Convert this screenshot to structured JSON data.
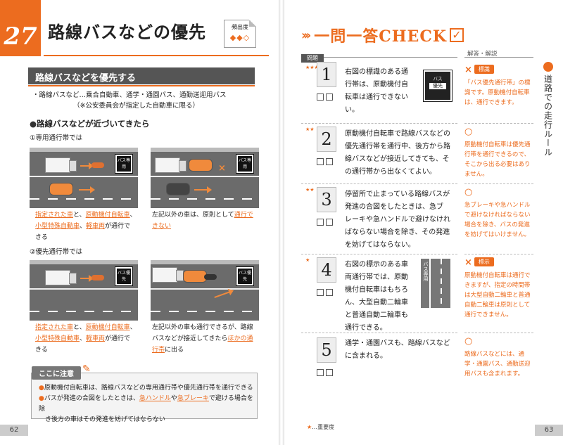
{
  "left": {
    "chapter_number": "27",
    "chapter_title": "路線バスなどの優先",
    "frequency_label": "頻出度",
    "frequency_marks": "◆◆◇",
    "section_title": "路線バスなどを優先する",
    "definition_line1": "・路線バスなど…乗合自動車、通学・通園バス、通勤送迎用バス",
    "definition_line2": "（※公安委員会が指定した自動車に限る）",
    "bullet_heading": "路線バスなどが近づいてきたら",
    "sub1": "①専用通行帯では",
    "sub2": "②優先通行帯では",
    "sign_text": "バス専用",
    "sign_text2": "バス優先",
    "cap1": {
      "u1": "指定された車",
      "t1": "と、",
      "u2": "原動機付自転車",
      "t2": "、",
      "u3": "小型特殊自動車",
      "t3": "、",
      "u4": "軽車両",
      "t4": "が通行で",
      "t5": "きる"
    },
    "cap2": {
      "t1": "左記以外の車は、原則として",
      "u1": "通行で",
      "u2": "きない"
    },
    "cap3": {
      "u1": "指定された車",
      "t1": "と、",
      "u2": "原動機付自転車",
      "t2": "、",
      "u3": "小型特殊自動車",
      "t3": "、",
      "u4": "軽車両",
      "t4": "が通行で",
      "t5": "きる"
    },
    "cap4": {
      "t1": "左記以外の車も通行できるが、路線",
      "t2": "バスなどが接近してきたら",
      "u1": "ほかの通",
      "u2": "行帯",
      "t3": "に出る"
    },
    "caution_title": "ここに注意",
    "caution_items": [
      {
        "t1": "原動機付自転車は、路線バスなどの専用通行帯や優先通行帯を通行できる"
      },
      {
        "t1": "バスが発進の合図をしたときは、",
        "u1": "急ハンドル",
        "t2": "や",
        "u2": "急ブレーキ",
        "t3": "で避ける場合を除",
        "t4": "き後方の車はその発進を妨げてはならない"
      }
    ],
    "page_number": "62"
  },
  "right": {
    "check_title": "一問一答CHECK",
    "check_mark": "✓",
    "question_header": "問題",
    "answer_header": "解答・解説",
    "side_tab": "道路での走行ルール",
    "questions": [
      {
        "num": "1",
        "stars": "★★★",
        "lines": [
          "右図の標識のある通",
          "行帯は、原動機付自",
          "転車は通行できない",
          "い。"
        ]
      },
      {
        "num": "2",
        "stars": "★★",
        "lines": [
          "原動機付自転車で路線バスなどの",
          "優先通行帯を通行中、後方から路",
          "線バスなどが接近してきても、そ",
          "の通行帯から出なくてよい。"
        ]
      },
      {
        "num": "3",
        "stars": "★★",
        "lines": [
          "停留所で止まっている路線バスが",
          "発進の合図をしたときは、急ブ",
          "レーキや急ハンドルで避けなけれ",
          "ばならない場合を除き、その発進",
          "を妨げてはならない。"
        ]
      },
      {
        "num": "4",
        "stars": "★",
        "lines": [
          "右図の標示のある車",
          "両通行帯では、原動",
          "機付自転車はもちろ",
          "ん、大型自動二輪車",
          "と普通自動二輪車も",
          "通行できる。"
        ]
      },
      {
        "num": "5",
        "stars": "",
        "lines": [
          "通学・通園バスも、路線バスなど",
          "に含まれる。"
        ]
      }
    ],
    "q1_sign": {
      "top": "バス",
      "inner": "優先"
    },
    "q4_lane_label": "バス専用",
    "answers": [
      {
        "mark": "×",
        "tag": "標識",
        "lines": [
          "「バス優先通行帯」の標",
          "識です。原動機付自転車",
          "は、通行できます。"
        ]
      },
      {
        "mark": "○",
        "tag": "",
        "lines": [
          "原動機付自転車は優先通",
          "行帯を通行できるので、",
          "そこから出る必要はあり",
          "ません。"
        ]
      },
      {
        "mark": "○",
        "tag": "",
        "lines": [
          "急ブレーキや急ハンドル",
          "で避けなければならない",
          "場合を除き、バスの発進",
          "を妨げてはいけません。"
        ]
      },
      {
        "mark": "×",
        "tag": "標示",
        "lines": [
          "原動機付自転車は通行で",
          "きますが、指定の時間帯",
          "は大型自動二輪車と普通",
          "自動二輪車は原則として",
          "通行できません。"
        ]
      },
      {
        "mark": "○",
        "tag": "",
        "lines": [
          "路線バスなどには、通",
          "学・通園バス、通勤送迎",
          "用バスも含まれます。"
        ]
      }
    ],
    "legend_star": "★",
    "legend_text": "…重要度",
    "page_number": "63"
  }
}
